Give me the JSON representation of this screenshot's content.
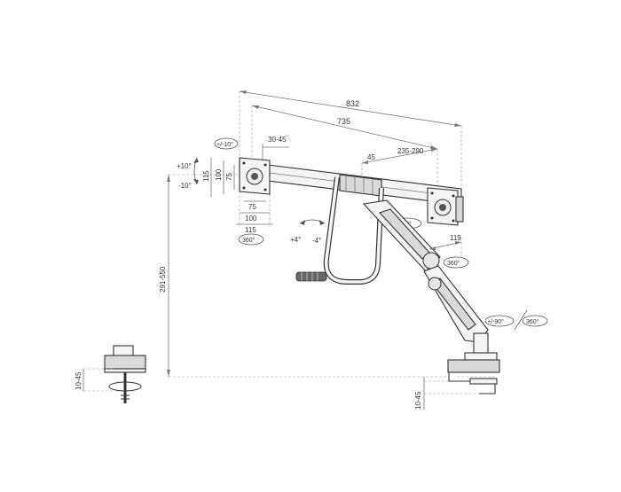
{
  "colors": {
    "ink": "#333333",
    "dimension": "#777777",
    "background": "#ffffff"
  },
  "dimensions": {
    "total_span": "832",
    "rail_span": "735",
    "rail_to_plate": "30-45",
    "slide_offset": "45",
    "slide_range": "235-290",
    "tilt_range": "+/-10°",
    "tilt_up": "+10°",
    "tilt_down": "-10°",
    "vesa_outer_vertical": "115",
    "vesa_mid_vertical": "100",
    "vesa_inner_vertical": "75",
    "vesa_inner_horizontal": "75",
    "vesa_mid_horizontal": "100",
    "vesa_outer_horizontal": "115",
    "rotation_left": "360°",
    "rail_tilt_up": "+4°",
    "rail_tilt_down": "-4°",
    "swivel_right": "+/-90°",
    "arm_reach": "119",
    "arm_rotation": "360°",
    "base_swivel": "+/-90°",
    "base_rotation": "360°",
    "height_range": "291-550",
    "desk_thickness_left": "10-45",
    "desk_thickness_right": "10-45"
  }
}
